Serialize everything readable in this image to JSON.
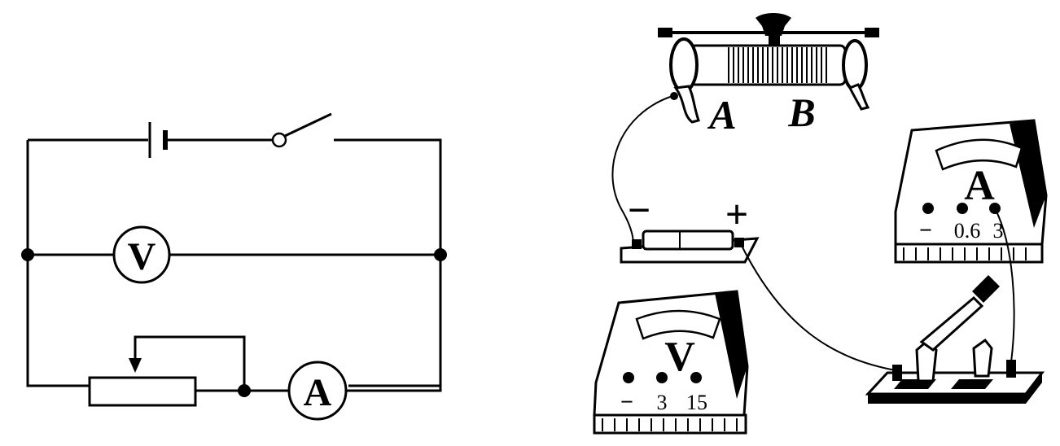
{
  "schematic": {
    "voltmeter_symbol": "V",
    "ammeter_symbol": "A"
  },
  "apparatus": {
    "rheostat_terminal_a": "A",
    "rheostat_terminal_b": "B",
    "battery_negative": "−",
    "battery_positive": "+",
    "ammeter_letter": "A",
    "ammeter_terminals": [
      "−",
      "0.6",
      "3"
    ],
    "voltmeter_letter": "V",
    "voltmeter_terminals": [
      "−",
      "3",
      "15"
    ]
  }
}
